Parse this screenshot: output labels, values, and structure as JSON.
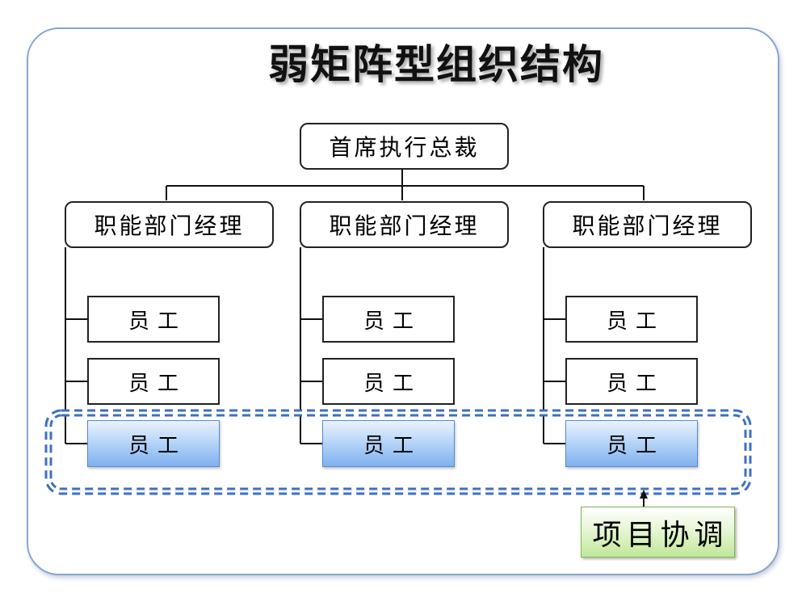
{
  "title": "弱矩阵型组织结构",
  "ceo": "首席执行总裁",
  "managers": [
    {
      "label": "职能部门经理",
      "employees": [
        "员工",
        "员工",
        "员工"
      ]
    },
    {
      "label": "职能部门经理",
      "employees": [
        "员工",
        "员工",
        "员工"
      ]
    },
    {
      "label": "职能部门经理",
      "employees": [
        "员工",
        "员工",
        "员工"
      ]
    }
  ],
  "coordination": "项目协调",
  "colors": {
    "frame": "#8aa3d0",
    "highlight_blue": "#7fb0ee",
    "dashed_blue": "#3f6fc0",
    "coordination_green": "#bfe898"
  }
}
